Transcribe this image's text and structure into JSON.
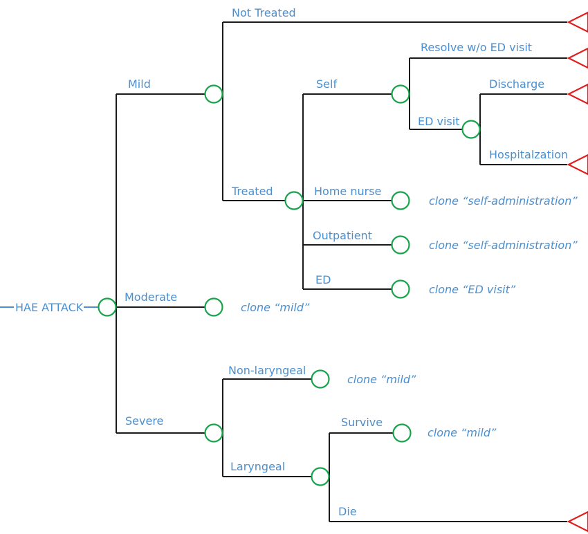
{
  "colors": {
    "label": "#4a8fcf",
    "line": "#1a1a1a",
    "chance_node": "#17a34a",
    "terminal_node": "#e02020"
  },
  "root": {
    "label": "HAE ATTACK"
  },
  "branches": {
    "mild": "Mild",
    "moderate": "Moderate",
    "severe": "Severe",
    "not_treated": "Not Treated",
    "treated": "Treated",
    "self": "Self",
    "home_nurse": "Home nurse",
    "outpatient": "Outpatient",
    "ed": "ED",
    "resolve": "Resolve w/o ED visit",
    "ed_visit": "ED visit",
    "discharge": "Discharge",
    "hospitalization": "Hospitalzation",
    "non_laryngeal": "Non-laryngeal",
    "laryngeal": "Laryngeal",
    "survive": "Survive",
    "die": "Die"
  },
  "clones": {
    "home_nurse": "clone “self-administration”",
    "outpatient": "clone “self-administration”",
    "ed": "clone “ED visit”",
    "moderate": "clone “mild”",
    "non_laryngeal": "clone “mild”",
    "survive": "clone “mild”"
  }
}
